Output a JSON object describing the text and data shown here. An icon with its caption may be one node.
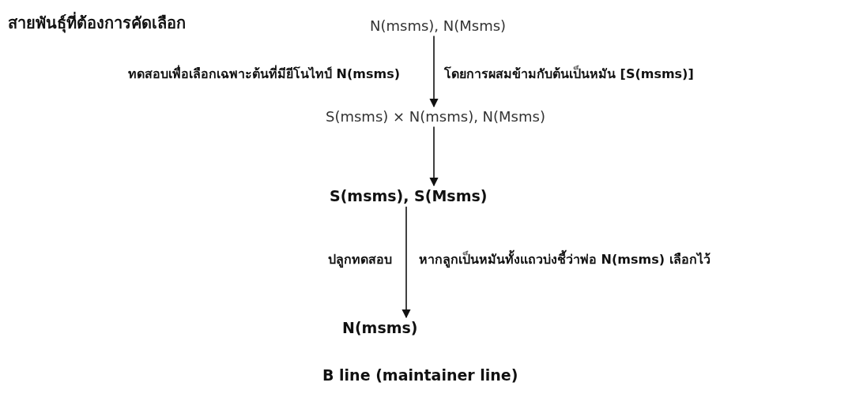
{
  "diagram": {
    "nodes": [
      {
        "text": [
          "N(msms), N(Msms)"
        ]
      },
      {
        "text": [
          "S(msms) × N(msms), N(Msms)"
        ]
      },
      {
        "text": [
          "S(msms), S(Msms)"
        ]
      },
      {
        "text": [
          "N(msms)"
        ]
      }
    ],
    "edges": [
      {
        "from": 0,
        "to": 1,
        "arrow": "to"
      },
      {
        "from": 1,
        "to": 2,
        "arrow": "to"
      },
      {
        "from": 2,
        "to": 3,
        "arrow": "to"
      }
    ],
    "labels": [
      "สายพันธุ์ที่ต้องการคัดเลือก",
      "ทดสอบเพื่อเลือกเฉพาะต้นที่มียีโนไทป์ N(msms)",
      "โดยการผสมข้ามกับต้นเป็นหมัน [S(msms)]",
      "ปลูกทดสอบ",
      "หากลูกเป็นหมันทั้งแถวบ่งชี้ว่าพ่อ N(msms) เลือกไว้",
      "B line (maintainer line)"
    ]
  }
}
